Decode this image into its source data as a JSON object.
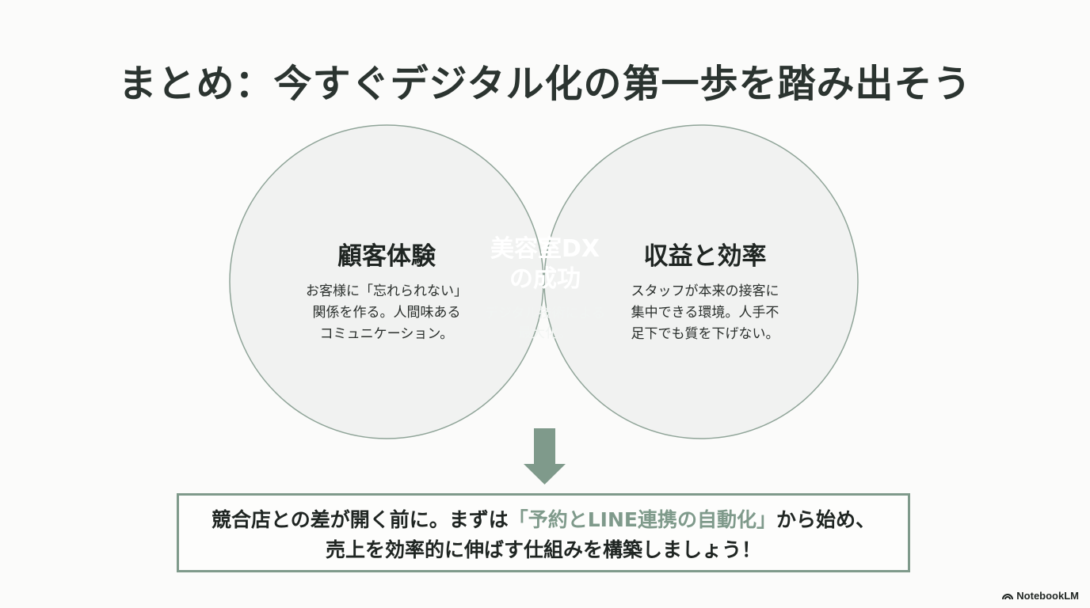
{
  "title": "まとめ：今すぐデジタル化の第一歩を踏み出そう",
  "venn": {
    "left": {
      "heading": "顧客体験",
      "body": "お客様に「忘れられない」\n関係を作る。人間味ある\nコミュニケーション。"
    },
    "right": {
      "heading": "収益と効率",
      "body": "スタッフが本来の接客に\n集中できる環境。人手不\n足下でも質を下げない。"
    },
    "center": {
      "heading": "美容室DX\nの成功",
      "body": "デジタル技術による\n最大化。"
    }
  },
  "callout": {
    "line1_pre": "競合店との差が開く前に。まずは",
    "line1_highlight": "「予約とLINE連携の自動化」",
    "line1_post": "から始め、",
    "line2": "売上を効率的に伸ばす仕組みを構築しましょう！"
  },
  "brand": "NotebookLM",
  "colors": {
    "accent": "#7f9a8b",
    "circle_fill": "#eef0ee",
    "circle_stroke": "#8fa498"
  }
}
